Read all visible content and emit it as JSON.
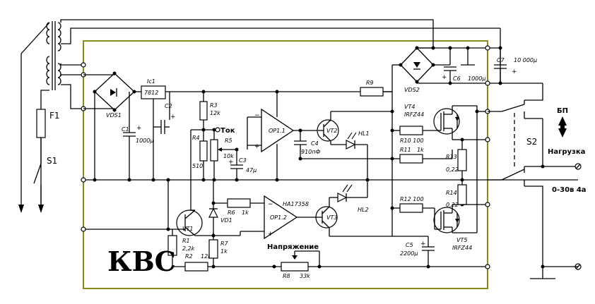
{
  "logo": "КВС",
  "switches": {
    "s1": "S1",
    "s2": "S2",
    "f1": "F1"
  },
  "right_labels": {
    "bp": "БП",
    "load": "Нагрузка",
    "range": "0-30в 4а"
  },
  "controls": {
    "current": "Ток",
    "voltage": "Напряжение"
  },
  "components": {
    "vds1": "VDS1",
    "vds2": "VDS2",
    "lc1": "Ic1",
    "reg": "7812",
    "c1": "C1",
    "c1v": "1000μ",
    "c2": "C2",
    "c3": "C3",
    "c3v": "47μ",
    "c4": "C4",
    "c4v": "910пФ",
    "c5": "C5",
    "c5v": "2200μ",
    "c6": "C6",
    "c6v": "1000μ",
    "c7": "C7",
    "c7v": "10 000μ",
    "r1": "R1",
    "r1v": "2,2k",
    "r2": "R2",
    "r2v": "12k",
    "r3": "R3",
    "r3v": "12k",
    "r4": "R4",
    "r4v": "510",
    "r5": "R5",
    "r5v": "10k",
    "r6": "R6",
    "r6v": "1k",
    "r7": "R7",
    "r7v": "1k",
    "r8": "R8",
    "r8v": "33k",
    "r9": "R9",
    "r10": "R10 100",
    "r11": "R11",
    "r11v": "1k",
    "r12": "R12 100",
    "r13": "R13",
    "r13v": "0,22",
    "r14": "R14",
    "r14v": "0,22",
    "op11": "OP1.1",
    "op12": "OP1.2",
    "ha": "HA17358",
    "vt1": "VT1",
    "vt2": "VT2",
    "vt3": "VT3",
    "vt4": "VT4",
    "vt4t": "IRFZ44",
    "vt5": "VT5",
    "vt5t": "IRFZ44",
    "vd1": "VD1",
    "hl1": "HL1",
    "hl2": "HL2"
  }
}
